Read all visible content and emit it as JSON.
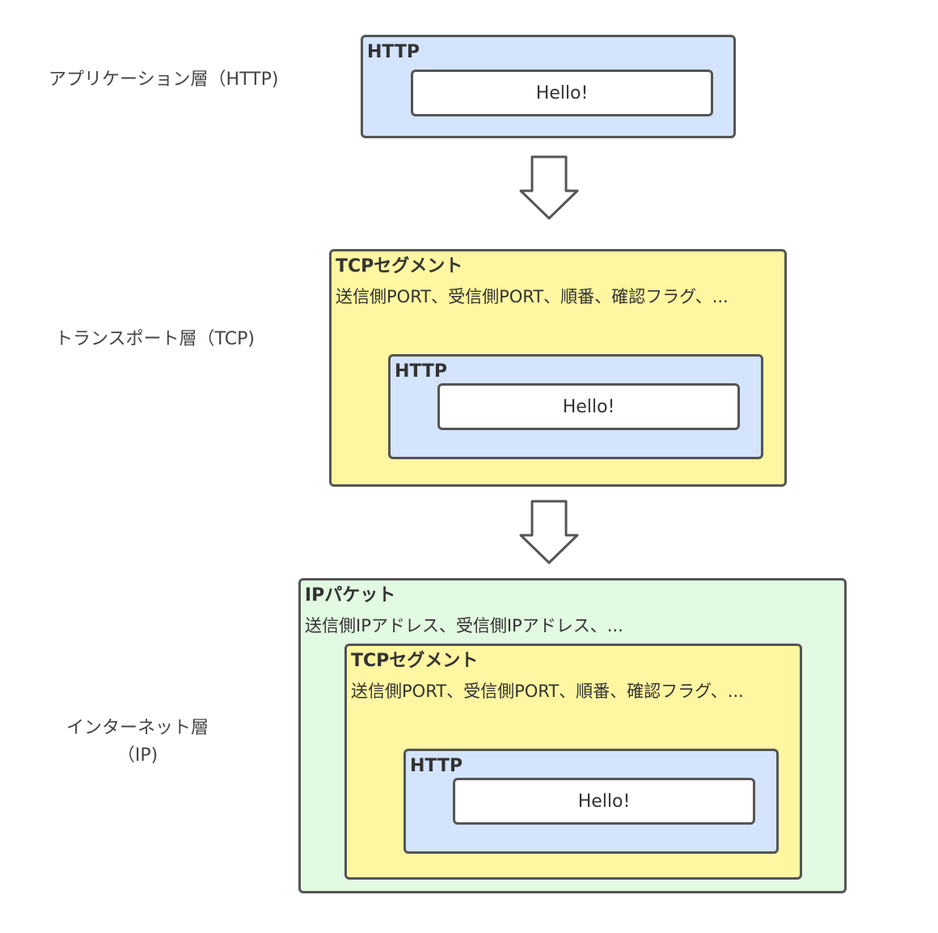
{
  "layers": {
    "application": "アプリケーション層（HTTP)",
    "transport": "トランスポート層（TCP)",
    "internet_line1": "インターネット層",
    "internet_line2": "（IP)"
  },
  "http": {
    "title": "HTTP",
    "payload": "Hello!"
  },
  "tcp": {
    "title": "TCPセグメント",
    "fields": "送信側PORT、受信側PORT、順番、確認フラグ、..."
  },
  "ip": {
    "title": "IPパケット",
    "fields": "送信側IPアドレス、受信側IPアドレス、..."
  },
  "colors": {
    "http_fill": "#d4e4fc",
    "tcp_fill": "#fef6a0",
    "ip_fill": "#e2f9e2",
    "border": "#555555"
  }
}
